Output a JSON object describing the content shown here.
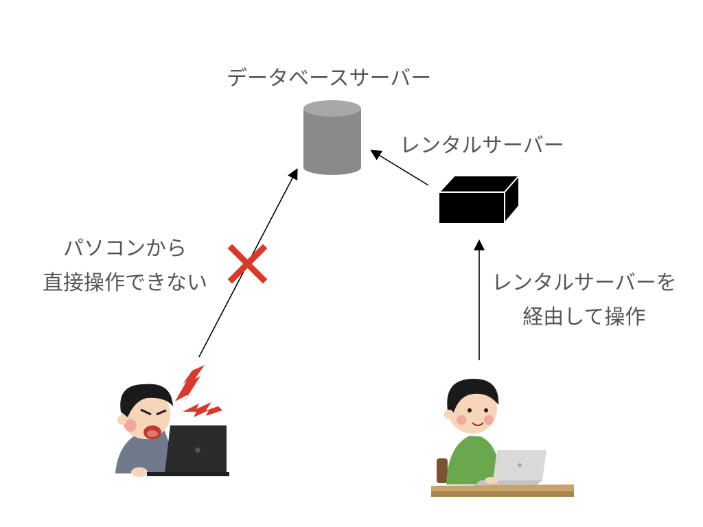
{
  "labels": {
    "database_server": "データベースサーバー",
    "rental_server": "レンタルサーバー",
    "direct_access": [
      "パソコンから",
      "直接操作できない"
    ],
    "via_rental": [
      "レンタルサーバーを",
      "経由して操作"
    ]
  },
  "colors": {
    "text": "#555555",
    "database": "#8a8a8a",
    "database_top": "#a8a8a8",
    "server_box": "#000000",
    "cross": "#d9392b",
    "arrow": "#000000",
    "angry_shirt": "#6f7a8c",
    "calm_shirt": "#6aa84f",
    "desk": "#c8a26a",
    "laptop_dark": "#2b2b2b",
    "laptop_silver": "#d9d9d9"
  },
  "icons": {
    "database": "database-cylinder-icon",
    "server": "server-box-icon",
    "blocked": "cross-mark-icon",
    "angry_user": "angry-user-icon",
    "happy_user": "happy-user-icon",
    "anger": "anger-lightning-icon"
  }
}
